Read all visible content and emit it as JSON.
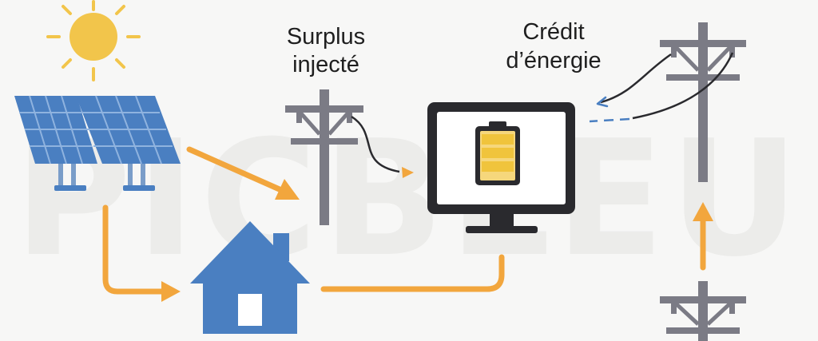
{
  "labels": {
    "surplus_line1": "Surplus",
    "surplus_line2": "injecté",
    "credit_line1": "Crédit",
    "credit_line2": "d’énergie"
  },
  "watermark": "PICBLEU",
  "icons": [
    "sun-icon",
    "solar-panel-icon",
    "house-icon",
    "utility-pole-icon",
    "monitor-icon",
    "battery-icon",
    "arrow-icon"
  ],
  "colors": {
    "sun": "#f2c54b",
    "panel": "#4a7fc1",
    "house": "#4a7fc1",
    "arrow": "#f2a63d",
    "pole": "#7b7b85",
    "monitor": "#2a2a2e",
    "battery": "#f0c43c",
    "dashed_line": "#4a7fc1"
  }
}
